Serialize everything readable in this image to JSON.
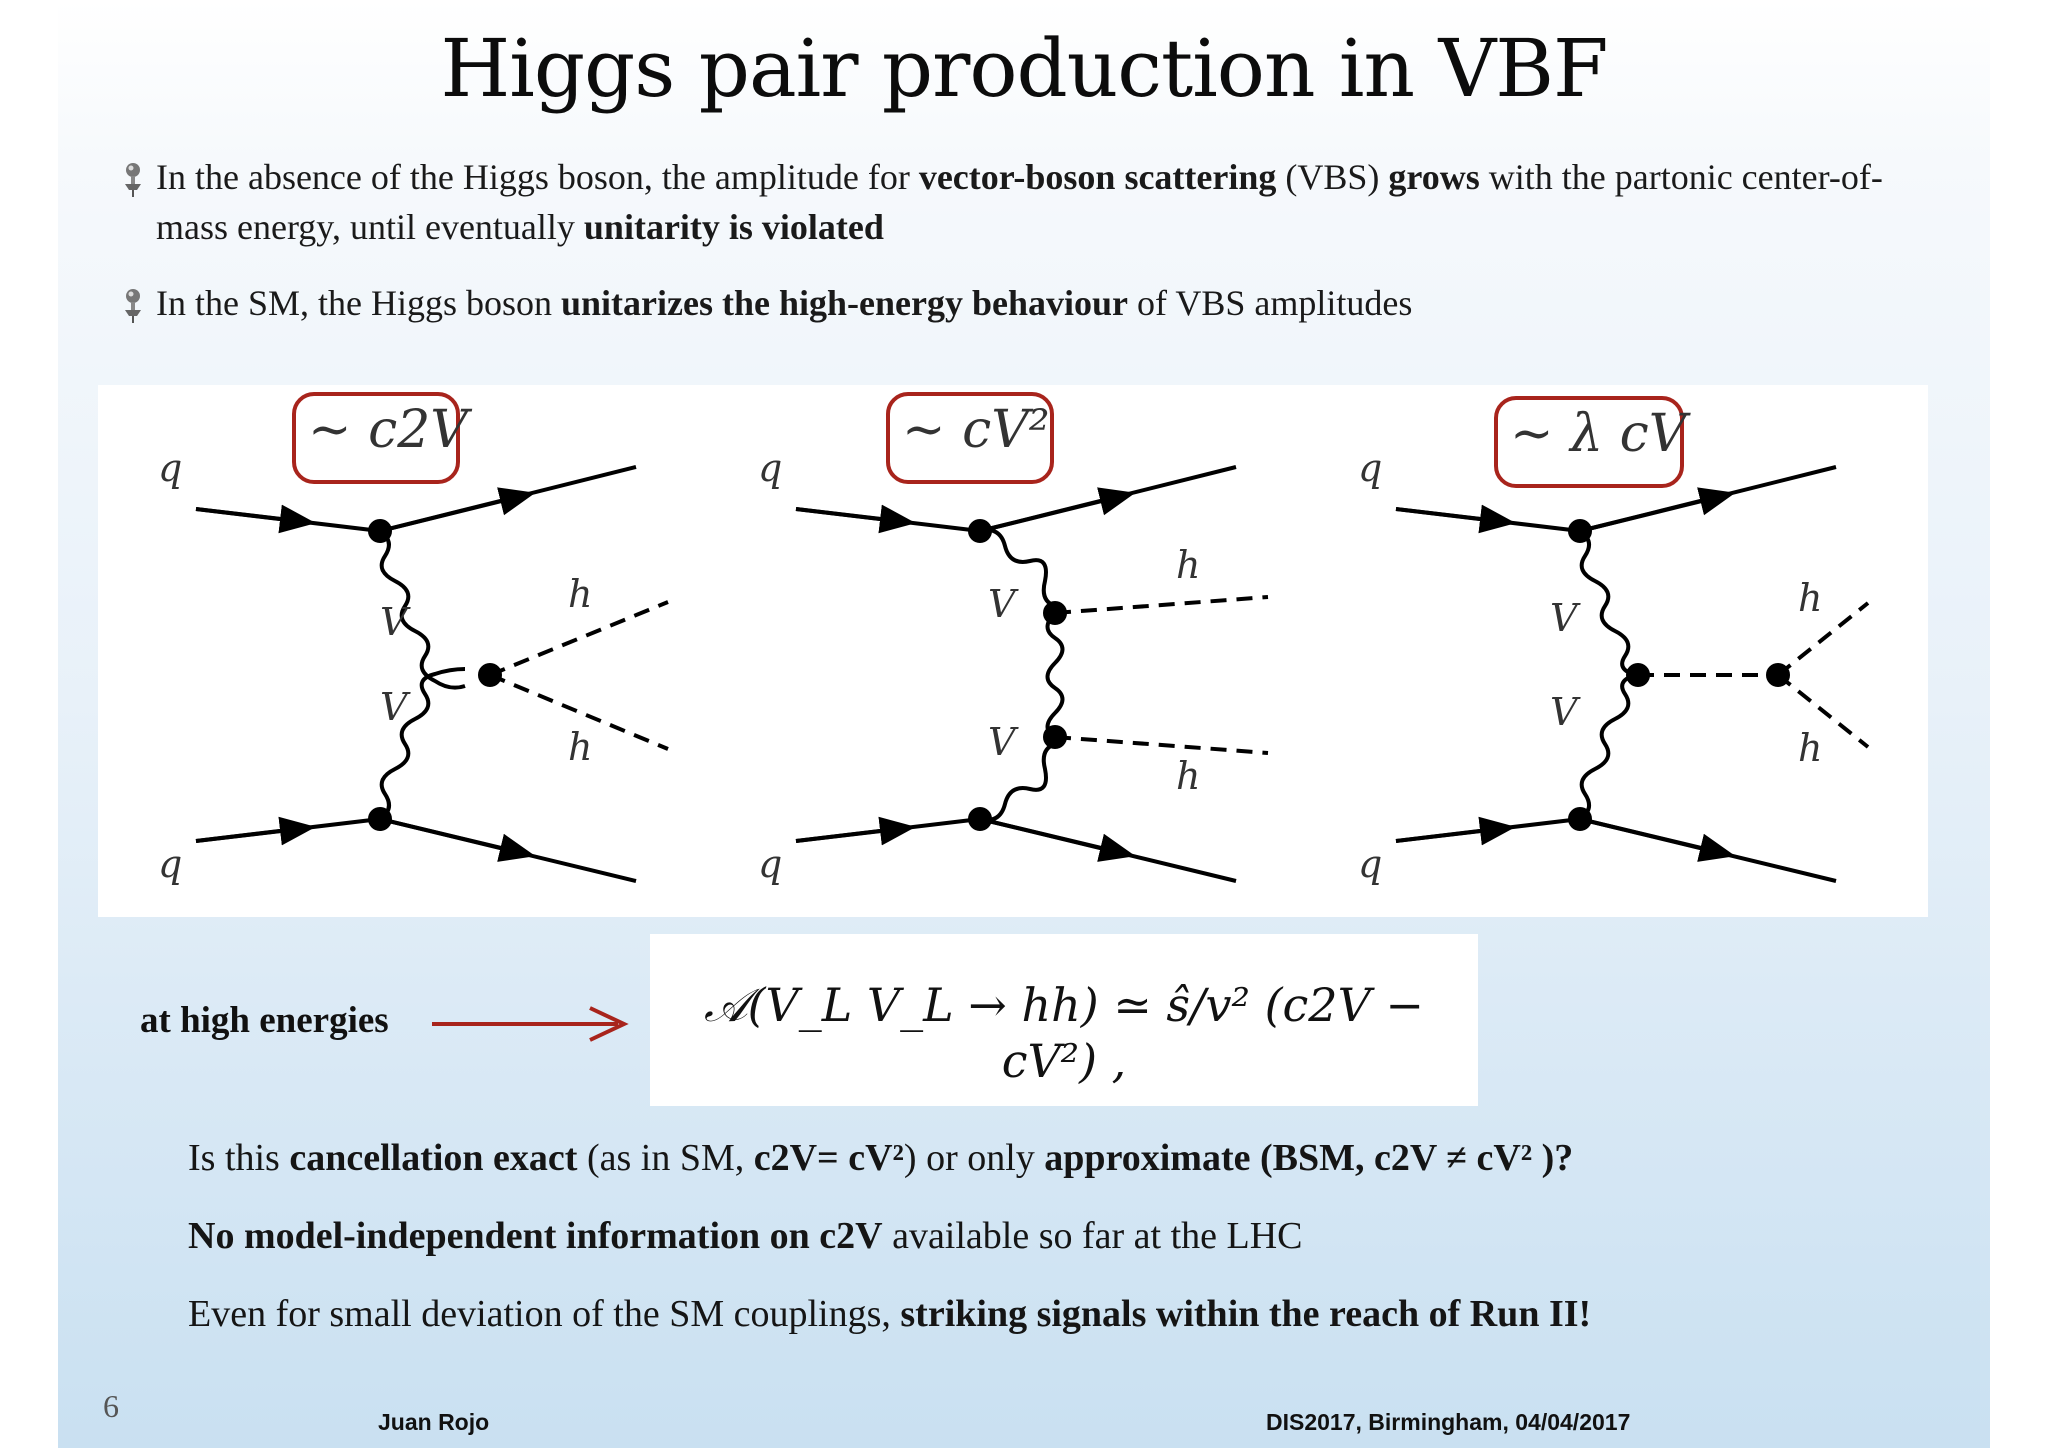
{
  "title": "Higgs pair production in VBF",
  "bullets": [
    {
      "parts": [
        {
          "t": "In the absence of the Higgs boson, the amplitude for ",
          "b": false
        },
        {
          "t": "vector-boson scattering",
          "b": true
        },
        {
          "t": " (VBS) ",
          "b": false
        },
        {
          "t": "grows",
          "b": true
        },
        {
          "t": " with the partonic center-of-mass energy, until eventually ",
          "b": false
        },
        {
          "t": "unitarity is violated",
          "b": true
        }
      ]
    },
    {
      "parts": [
        {
          "t": "In the SM, the Higgs boson ",
          "b": false
        },
        {
          "t": "unitarizes the high-energy behaviour",
          "b": true
        },
        {
          "t": " of VBS amplitudes",
          "b": false
        }
      ]
    }
  ],
  "diagrams": {
    "labels": {
      "quark": "q",
      "vector": "V",
      "higgs": "h"
    },
    "couplings": [
      "~ c2V",
      "~ cV²",
      "~ λ cV"
    ]
  },
  "high_energy_label": "at high energies",
  "formula": "𝒜(V_L V_L → hh) ≃ ŝ/v² (c2V − cV²) ,",
  "questions": [
    {
      "parts": [
        {
          "t": "Is this ",
          "b": false
        },
        {
          "t": "cancellation exact",
          "b": true
        },
        {
          "t": "  (as in SM, ",
          "b": false
        },
        {
          "t": "c2V= cV²",
          "b": true
        },
        {
          "t": ") or only ",
          "b": false
        },
        {
          "t": "approximate (BSM, c2V ≠ cV² )?",
          "b": true
        }
      ]
    },
    {
      "parts": [
        {
          "t": "No model-independent information on c2V",
          "b": true
        },
        {
          "t": " available so far at the  LHC",
          "b": false
        }
      ]
    },
    {
      "parts": [
        {
          "t": "Even for small deviation of the SM couplings, ",
          "b": false
        },
        {
          "t": "striking signals within the reach of Run II!",
          "b": true
        }
      ]
    }
  ],
  "page_number": "6",
  "footer": {
    "author": "Juan Rojo",
    "event": "DIS2017, Birmingham, 04/04/2017"
  },
  "colors": {
    "highlight_box": "#a8241c",
    "arrow": "#a8241c"
  }
}
